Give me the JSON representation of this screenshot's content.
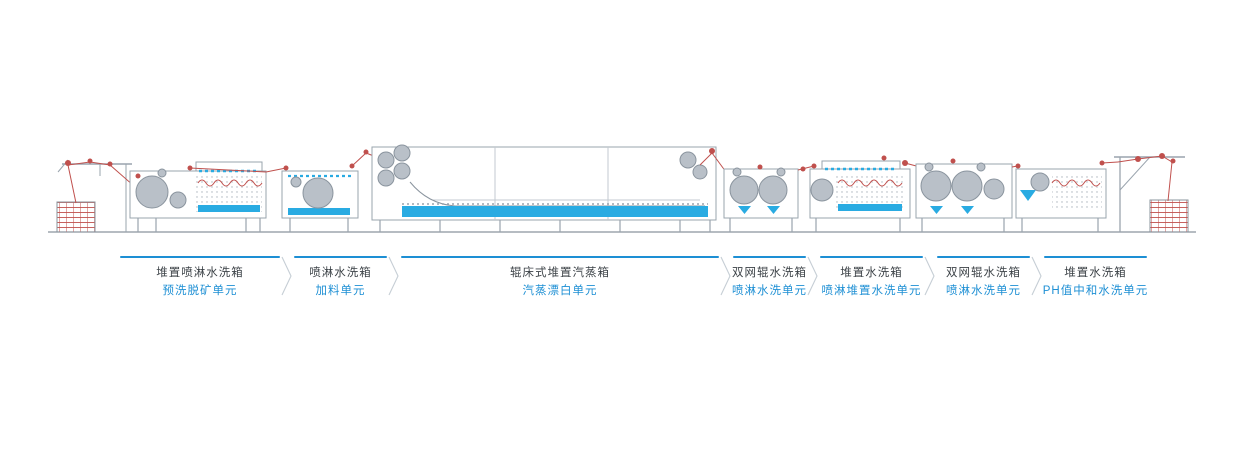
{
  "colors": {
    "accent_blue": "#1d8fd4",
    "water_blue": "#29abe2",
    "machine_gray": "#9aa4ae",
    "roller_gray": "#b9c0c8",
    "thread_red": "#c0504d",
    "chevron_gray": "#c6ced5",
    "title_text": "#3c4247"
  },
  "process_sections": [
    {
      "title": "堆置喷淋水洗箱",
      "subtitle": "预洗脱矿单元"
    },
    {
      "title": "喷淋水洗箱",
      "subtitle": "加料单元"
    },
    {
      "title": "辊床式堆置汽蒸箱",
      "subtitle": "汽蒸漂白单元"
    },
    {
      "title": "双网辊水洗箱",
      "subtitle": "喷淋水洗单元"
    },
    {
      "title": "堆置水洗箱",
      "subtitle": "喷淋堆置水洗单元"
    },
    {
      "title": "双网辊水洗箱",
      "subtitle": "喷淋水洗单元"
    },
    {
      "title": "堆置水洗箱",
      "subtitle": "PH值中和水洗单元"
    }
  ]
}
